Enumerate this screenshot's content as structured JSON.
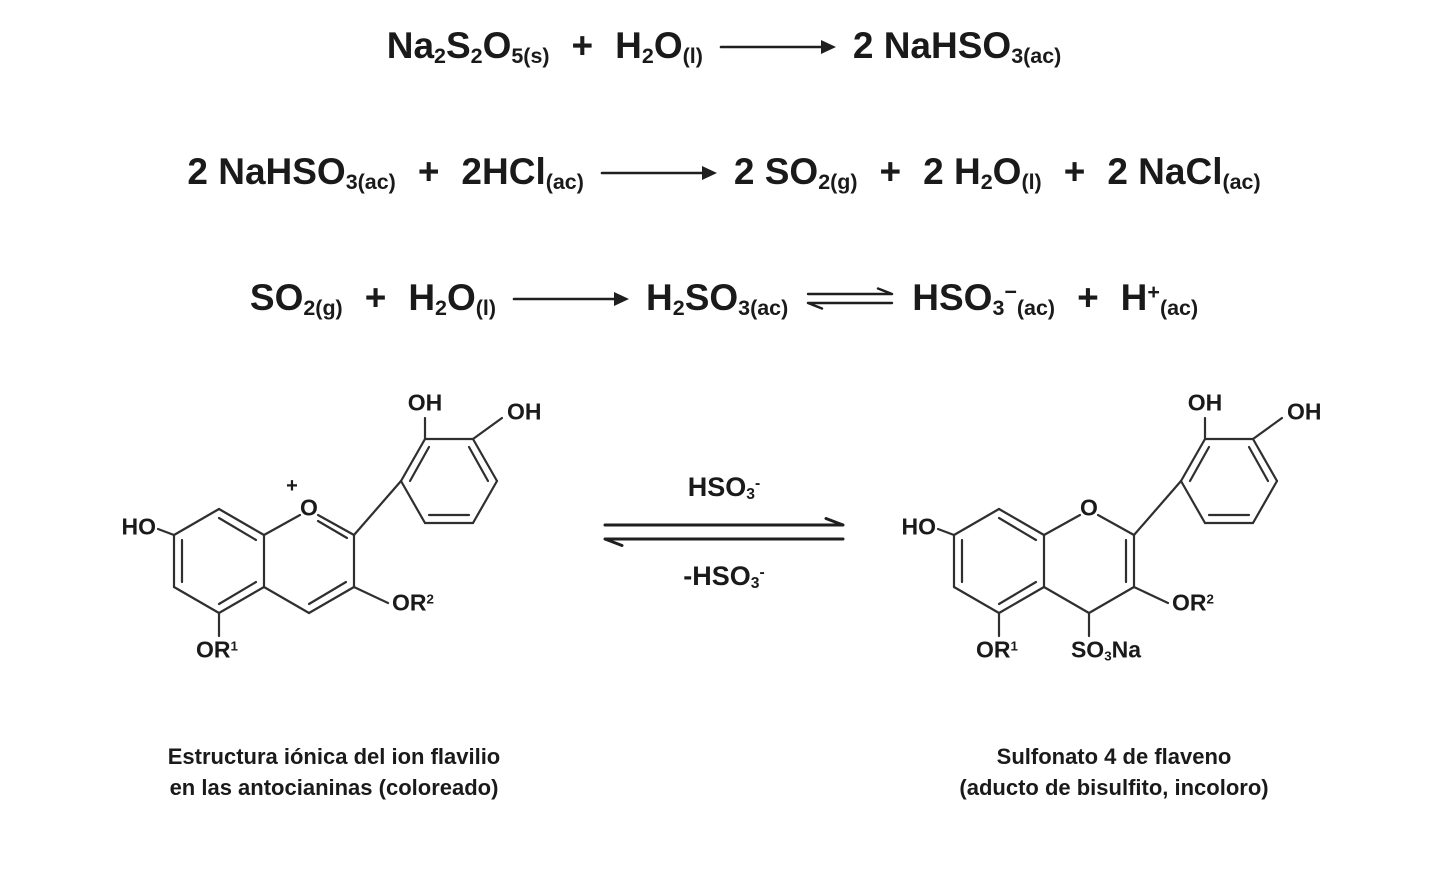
{
  "equations": [
    {
      "items": [
        {
          "f": [
            {
              "t": "Na"
            },
            {
              "s": "2"
            },
            {
              "t": "S"
            },
            {
              "s": "2"
            },
            {
              "t": "O"
            },
            {
              "s": "5(s)"
            }
          ]
        },
        {
          "plus": "+"
        },
        {
          "f": [
            {
              "t": "H"
            },
            {
              "s": "2"
            },
            {
              "t": "O"
            },
            {
              "s": "(l)"
            }
          ]
        },
        {
          "arrow": "right"
        },
        {
          "f": [
            {
              "t": "2 NaHSO"
            },
            {
              "s": "3(ac)"
            }
          ]
        }
      ]
    },
    {
      "items": [
        {
          "f": [
            {
              "t": "2 NaHSO"
            },
            {
              "s": "3(ac)"
            }
          ]
        },
        {
          "plus": "+"
        },
        {
          "f": [
            {
              "t": "2HCl"
            },
            {
              "s": "(ac)"
            }
          ]
        },
        {
          "arrow": "right"
        },
        {
          "f": [
            {
              "t": "2 SO"
            },
            {
              "s": "2(g)"
            }
          ]
        },
        {
          "plus": "+"
        },
        {
          "f": [
            {
              "t": "2 H"
            },
            {
              "s": "2"
            },
            {
              "t": "O"
            },
            {
              "s": "(l)"
            }
          ]
        },
        {
          "plus": "+"
        },
        {
          "f": [
            {
              "t": "2 NaCl"
            },
            {
              "s": "(ac)"
            }
          ]
        }
      ]
    },
    {
      "items": [
        {
          "f": [
            {
              "t": "SO"
            },
            {
              "s": "2(g)"
            }
          ]
        },
        {
          "plus": "+"
        },
        {
          "f": [
            {
              "t": "H"
            },
            {
              "s": "2"
            },
            {
              "t": "O"
            },
            {
              "s": "(l)"
            }
          ]
        },
        {
          "arrow": "right"
        },
        {
          "f": [
            {
              "t": "H"
            },
            {
              "s": "2"
            },
            {
              "t": "SO"
            },
            {
              "s": "3(ac)"
            }
          ]
        },
        {
          "arrow": "eq"
        },
        {
          "f": [
            {
              "t": "HSO"
            },
            {
              "s": "3"
            },
            {
              "p": "−"
            },
            {
              "s": "(ac)"
            }
          ]
        },
        {
          "plus": "+"
        },
        {
          "f": [
            {
              "t": "H"
            },
            {
              "p": "+"
            },
            {
              "s": "(ac)"
            }
          ]
        }
      ]
    }
  ],
  "reaction": {
    "forward_label": [
      {
        "t": "HSO"
      },
      {
        "s": "3"
      },
      {
        "p": "-"
      }
    ],
    "reverse_label": [
      {
        "t": "-HSO"
      },
      {
        "s": "3"
      },
      {
        "p": "-"
      }
    ]
  },
  "structures": {
    "left": {
      "labels": {
        "ho": "HO",
        "plus": "+",
        "o": "O",
        "oh_top": "OH",
        "oh_right": "OH",
        "or1": [
          {
            "t": "OR"
          },
          {
            "p": "1"
          }
        ],
        "or2": [
          {
            "t": "OR"
          },
          {
            "p": "2"
          }
        ]
      },
      "caption": [
        "Estructura iónica del ion flavilio",
        "en las antocianinas (coloreado)"
      ]
    },
    "right": {
      "labels": {
        "ho": "HO",
        "o": "O",
        "oh_top": "OH",
        "oh_right": "OH",
        "or1": [
          {
            "t": "OR"
          },
          {
            "p": "1"
          }
        ],
        "or2": [
          {
            "t": "OR"
          },
          {
            "p": "2"
          }
        ],
        "so3na": [
          {
            "t": "SO"
          },
          {
            "s": "3"
          },
          {
            "t": "Na"
          }
        ]
      },
      "caption": [
        "Sulfonato 4 de flaveno",
        "(aducto de bisulfito, incoloro)"
      ]
    }
  },
  "colors": {
    "text": "#1a1a1a",
    "bond": "#2f2f2f"
  }
}
